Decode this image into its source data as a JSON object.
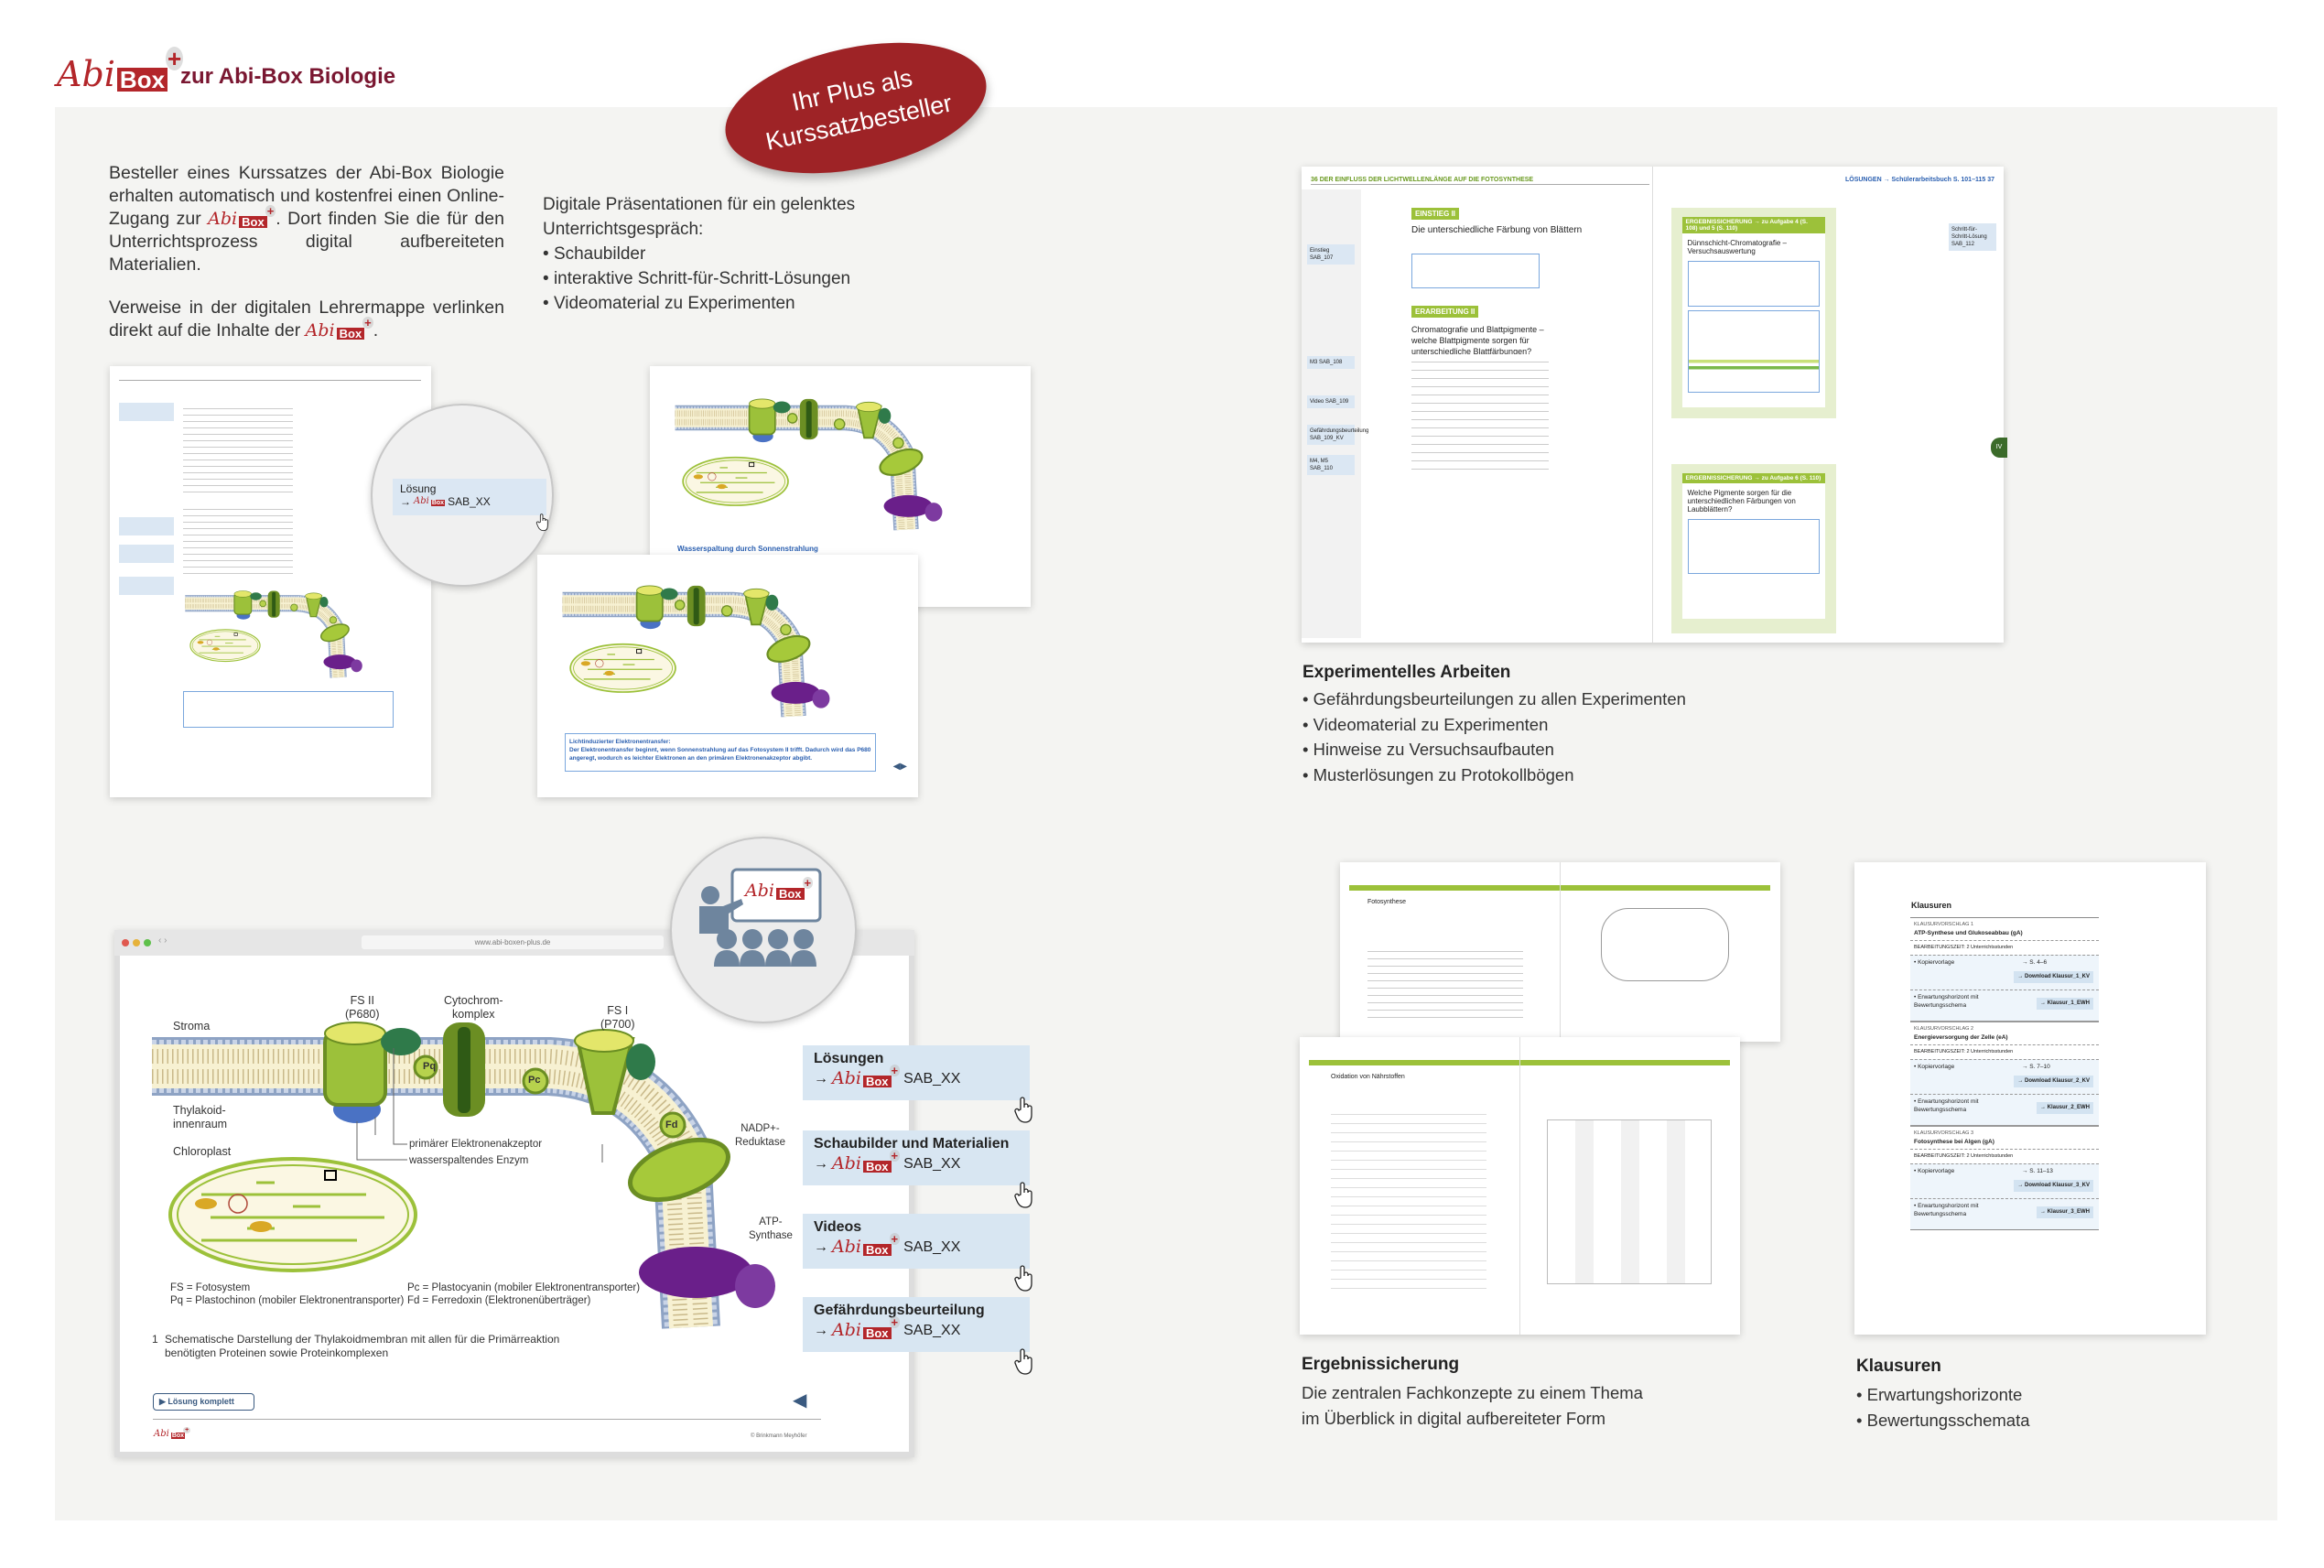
{
  "logo": {
    "abi": "Abi",
    "box": "Box",
    "plus": "+"
  },
  "header": {
    "title": "zur Abi-Box Biologie"
  },
  "badge": {
    "line1": "Ihr Plus als",
    "line2": "Kurssatzbesteller"
  },
  "intro": {
    "p1_before": "Besteller eines Kurssatzes der Abi-Box Biologie erhalten automatisch und kostenfrei einen Online-Zugang zur",
    "p1_after": ". Dort finden Sie die für den Unterrichtsprozess digital aufbereiteten Materialien.",
    "p2_before": "Verweise in der digitalen Lehrermappe verlinken direkt auf die Inhalte der",
    "p2_after": "."
  },
  "presentations": {
    "intro": "Digitale Präsentationen für ein gelenktes Unterrichtsgespräch:",
    "items": [
      "Schaubilder",
      "interaktive Schritt-für-Schritt-Lösungen",
      "Videomaterial zu Experimenten"
    ]
  },
  "magnifier": {
    "label": "Lösung",
    "code": "SAB_XX"
  },
  "experimental": {
    "title": "Experimentelles Arbeiten",
    "items": [
      "Gefährdungsbeurteilungen zu allen Experimenten",
      "Videomaterial zu Experimenten",
      "Hinweise zu Versuchsaufbauten",
      "Musterlösungen zu Protokollbögen"
    ]
  },
  "spread": {
    "left_header": "36   DER EINFLUSS DER LICHTWELLENLÄNGE AUF DIE FOTOSYNTHESE",
    "right_header": "LÖSUNGEN → Schülerarbeitsbuch S. 101–115   37",
    "einstieg": "EINSTIEG II",
    "einstieg_title": "Die unterschiedliche Färbung von Blättern",
    "erarbeitung": "ERARBEITUNG II",
    "erarbeitung_title": "Chromatografie und Blattpigmente – welche Blattpigmente sorgen für unterschiedliche Blattfärbungen?",
    "erg1": "ERGEBNISSICHERUNG → zu Aufgabe 4 (S. 108) und 5 (S. 110)",
    "erg1_title": "Dünnschicht-Chromatografie – Versuchsauswertung",
    "erg2": "ERGEBNISSICHERUNG → zu Aufgabe 6 (S. 110)",
    "erg2_title": "Welche Pigmente sorgen für die unterschiedlichen Färbungen von Laubblättern?",
    "side_links": [
      "Einstieg SAB_107",
      "M3 SAB_108",
      "Video SAB_109",
      "Gefährdungsbeurteilung SAB_109_KV",
      "M4, M5 SAB_110"
    ],
    "right_link": "Schritt-für-Schritt-Lösung SAB_112",
    "tab": "IV"
  },
  "browser": {
    "url": "www.abi-boxen-plus.de",
    "labels": {
      "stroma": "Stroma",
      "fs2": "FS II",
      "fs2_sub": "(P680)",
      "cyt": "Cytochrom-",
      "cyt2": "komplex",
      "fs1": "FS I",
      "fs1_sub": "(P700)",
      "thyl": "Thylakoid-",
      "thyl2": "innenraum",
      "chloro": "Chloroplast",
      "prim": "primärer Elektronenakzeptor",
      "wasser": "wasserspaltendes Enzym",
      "nadp": "NADP+-",
      "nadp2": "Reduktase",
      "atp": "ATP-",
      "atp2": "Synthase",
      "pq": "Pq",
      "pc": "Pc",
      "fd": "Fd"
    },
    "legend": [
      "FS = Fotosystem",
      "Pq = Plastochinon (mobiler Elektronentransporter)",
      "Pc = Plastocyanin (mobiler Elektronentransporter)",
      "Fd = Ferredoxin (Elektronenüberträger)"
    ],
    "caption_num": "1",
    "caption": "Schematische Darstellung der Thylakoidmembran mit allen für die Primärreaktion benötigten Proteinen sowie Proteinkomplexen",
    "solution_button": "Lösung komplett",
    "copyright": "© Brinkmann Meyhöfer"
  },
  "links": [
    {
      "title": "Lösungen",
      "code": "SAB_XX"
    },
    {
      "title": "Schaubilder und Materialien",
      "code": "SAB_XX"
    },
    {
      "title": "Videos",
      "code": "SAB_XX"
    },
    {
      "title": "Gefährdungsbeurteilung",
      "code": "SAB_XX"
    }
  ],
  "slides": {
    "title1": "Wasserspaltung durch Sonnenstrahlung",
    "title2": "Lichtinduzierter Elektronentransfer:",
    "text2": "Der Elektronentransfer beginnt, wenn Sonnenstrahlung auf das Fotosystem II trifft. Dadurch wird das P680 angeregt, wodurch es leichter Elektronen an den primären Elektronenakzeptor abgibt."
  },
  "ergebnis": {
    "title": "Ergebnissicherung",
    "desc1": "Die zentralen Fachkonzepte zu einem Thema",
    "desc2": "im Überblick in digital aufbereiteter Form",
    "page1_title": "Fotosynthese",
    "page2_title": "Oxidation von Nährstoffen"
  },
  "klausuren": {
    "title": "Klausuren",
    "items": [
      "Erwartungshorizonte",
      "Bewertungsschemata"
    ],
    "page_title": "Klausuren",
    "proposals": [
      {
        "label": "KLAUSURVORSCHLAG 1",
        "topic": "ATP-Synthese und Glukoseabbau (gA)",
        "time": "BEARBEITUNGSZEIT: 2 Unterrichtsstunden",
        "kv": "Kopiervorlage",
        "pages": "→ S. 4–6",
        "dl": "→ Download Klausur_1_KV",
        "ewh": "Erwartungshorizont mit Bewertungsschema",
        "ewh_link": "→ Klausur_1_EWH"
      },
      {
        "label": "KLAUSURVORSCHLAG 2",
        "topic": "Energieversorgung der Zelle (eA)",
        "time": "BEARBEITUNGSZEIT: 2 Unterrichtsstunden",
        "kv": "Kopiervorlage",
        "pages": "→ S. 7–10",
        "dl": "→ Download Klausur_2_KV",
        "ewh": "Erwartungshorizont mit Bewertungsschema",
        "ewh_link": "→ Klausur_2_EWH"
      },
      {
        "label": "KLAUSURVORSCHLAG 3",
        "topic": "Fotosynthese bei Algen (gA)",
        "time": "BEARBEITUNGSZEIT: 2 Unterrichtsstunden",
        "kv": "Kopiervorlage",
        "pages": "→ S. 11–13",
        "dl": "→ Download Klausur_3_KV",
        "ewh": "Erwartungshorizont mit Bewertungsschema",
        "ewh_link": "→ Klausur_3_EWH"
      }
    ]
  },
  "colors": {
    "brand_red": "#b3262a",
    "badge_red": "#9e2326",
    "title_red": "#7a1731",
    "panel": "#f4f4f2",
    "link_bg": "#d8e6f2",
    "green": "#9cc13a"
  }
}
